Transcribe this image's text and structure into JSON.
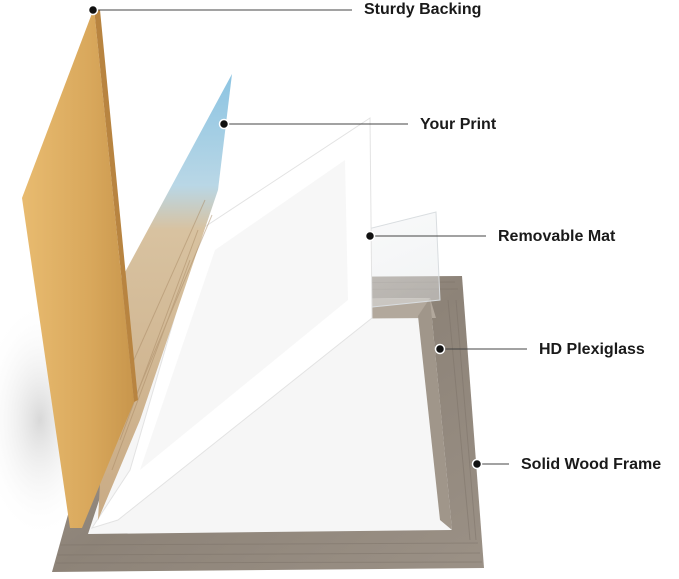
{
  "labels": {
    "sturdy_backing": "Sturdy Backing",
    "your_print": "Your Print",
    "removable_mat": "Removable Mat",
    "hd_plexiglass": "HD Plexiglass",
    "solid_wood_frame": "Solid Wood Frame"
  },
  "colors": {
    "wood_frame": "#8f857a",
    "wood_frame_light": "#a69c90",
    "backing": "#d6a55a",
    "mat": "#ffffff",
    "print_sky": "#8cc4e2",
    "leader_line": "#333333"
  }
}
